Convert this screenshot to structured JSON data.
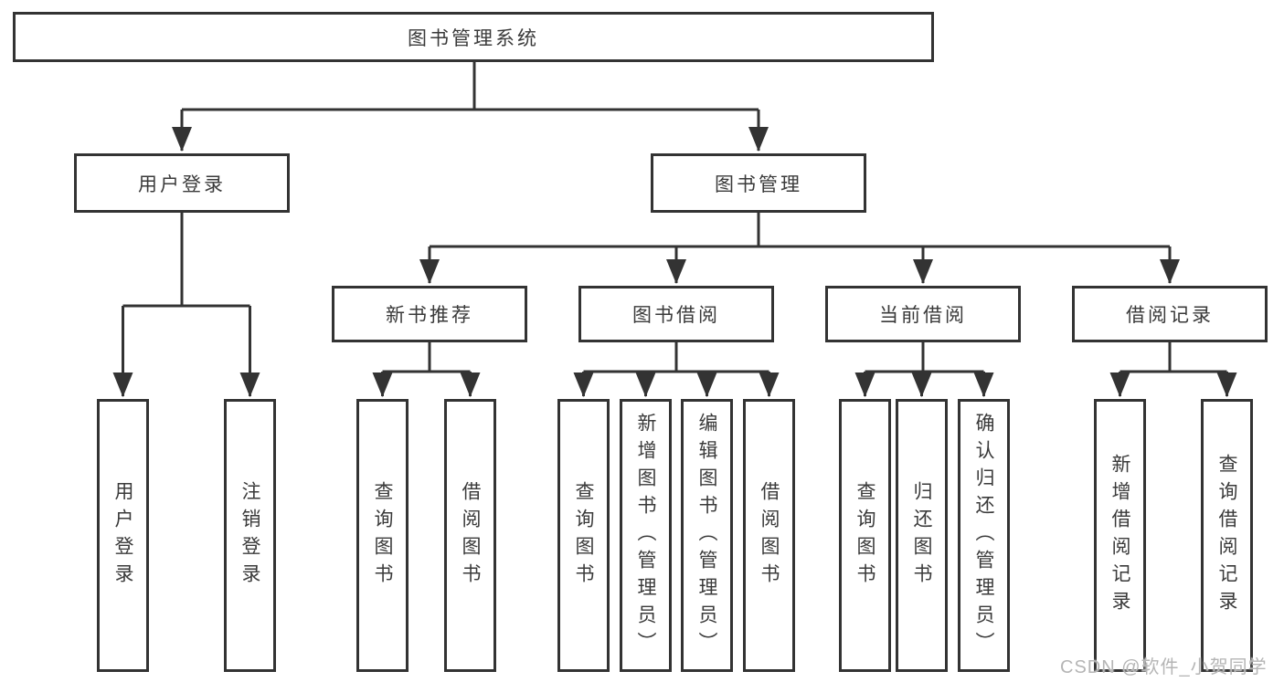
{
  "styles": {
    "background": "#ffffff",
    "line_color": "#333333",
    "box_border_color": "#333333",
    "text_color": "#3a3a3a",
    "watermark_color": "#b5b5b5"
  },
  "tree": {
    "root": {
      "label": "图书管理系统"
    },
    "level2": [
      {
        "label": "用户登录",
        "parent": "图书管理系统"
      },
      {
        "label": "图书管理",
        "parent": "图书管理系统"
      }
    ],
    "level3": [
      {
        "label": "新书推荐",
        "parent": "图书管理"
      },
      {
        "label": "图书借阅",
        "parent": "图书管理"
      },
      {
        "label": "当前借阅",
        "parent": "图书管理"
      },
      {
        "label": "借阅记录",
        "parent": "图书管理"
      }
    ],
    "leaves": [
      {
        "label": "用户登录",
        "parent": "用户登录"
      },
      {
        "label": "注销登录",
        "parent": "用户登录"
      },
      {
        "label": "查询图书",
        "parent": "新书推荐"
      },
      {
        "label": "借阅图书",
        "parent": "新书推荐"
      },
      {
        "label": "查询图书",
        "parent": "图书借阅"
      },
      {
        "label": "新增图书（管理员）",
        "parent": "图书借阅"
      },
      {
        "label": "编辑图书（管理员）",
        "parent": "图书借阅"
      },
      {
        "label": "借阅图书",
        "parent": "图书借阅"
      },
      {
        "label": "查询图书",
        "parent": "当前借阅"
      },
      {
        "label": "归还图书",
        "parent": "当前借阅"
      },
      {
        "label": "确认归还（管理员）",
        "parent": "当前借阅"
      },
      {
        "label": "新增借阅记录",
        "parent": "借阅记录"
      },
      {
        "label": "查询借阅记录",
        "parent": "借阅记录"
      }
    ]
  },
  "watermark": {
    "text": "CSDN @软件_小贺同学"
  }
}
